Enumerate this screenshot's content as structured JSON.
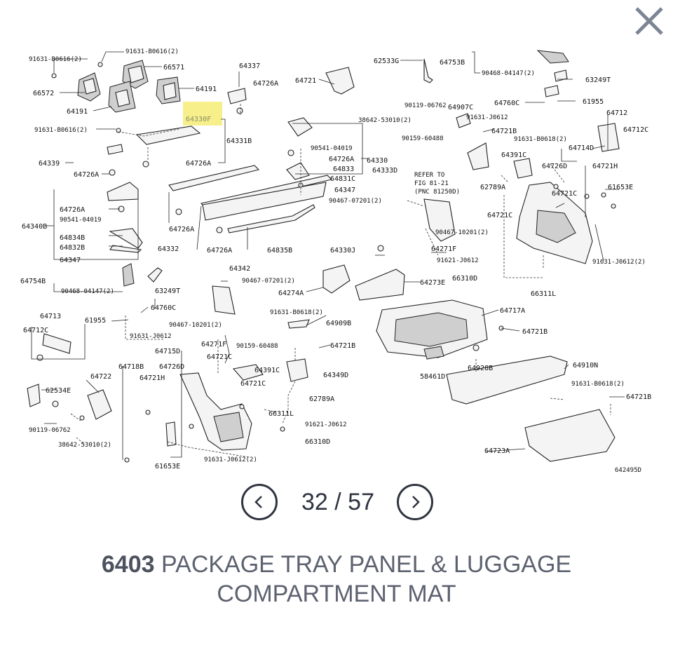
{
  "viewer": {
    "close_icon": "close-x-icon",
    "prev_icon": "chevron-left-icon",
    "next_icon": "chevron-right-icon",
    "page_current": "32",
    "page_total": "57",
    "page_display": "32 / 57",
    "colors": {
      "accent": "#2f3440",
      "title_text": "#5d6270",
      "highlight": "#f7f08a"
    }
  },
  "section": {
    "code": "6403",
    "name": "PACKAGE TRAY PANEL & LUGGAGE COMPARTMENT MAT"
  },
  "diagram": {
    "figure_id": "642495D",
    "highlighted_part": "64330F",
    "refer_note": [
      "REFER TO",
      "FIG 81-21",
      "(PNC 81250D)"
    ],
    "labels": [
      "91631-B0616(2)",
      "91631-B0616(2)",
      "66571",
      "66572",
      "64191",
      "64191",
      "91631-B0616(2)",
      "64337",
      "64726A",
      "64721",
      "62533G",
      "64753B",
      "90468-04147(2)",
      "63249T",
      "90119-06762",
      "38642-53010(2)",
      "64760C",
      "61955",
      "64907C",
      "91631-J0612",
      "64712",
      "64712C",
      "64330F",
      "64331B",
      "90541-04019",
      "64726A",
      "64330",
      "64333D",
      "64833",
      "64831C",
      "64347",
      "90159-60488",
      "64721B",
      "91631-B0618(2)",
      "64714D",
      "64391C",
      "64726D",
      "64721H",
      "64339",
      "64726A",
      "64726A",
      "62789A",
      "64721C",
      "61653E",
      "64340B",
      "64726A",
      "90541-04019",
      "90467-07201(2)",
      "64721C",
      "64834B",
      "64832B",
      "64347",
      "64726A",
      "64332",
      "64726A",
      "64835B",
      "90467-10201(2)",
      "64271F",
      "64342",
      "64330J",
      "91621-J0612",
      "91631-J0612(2)",
      "64754B",
      "90468-04147(2)",
      "63249T",
      "90467-07201(2)",
      "64274A",
      "64273E",
      "66310D",
      "66311L",
      "64760C",
      "61955",
      "91631-J0612",
      "90467-10201(2)",
      "64713",
      "64712C",
      "91631-B0618(2)",
      "64909B",
      "64717A",
      "64271F",
      "90159-60488",
      "64721B",
      "64721B",
      "64715D",
      "64718B",
      "64726D",
      "64721C",
      "64391C",
      "64349D",
      "58461D",
      "64928B",
      "64910N",
      "64722",
      "64721H",
      "64721C",
      "62534E",
      "91631-B0618(2)",
      "64721B",
      "62789A",
      "90119-06762",
      "66311L",
      "91621-J0612",
      "38642-53010(2)",
      "66310D",
      "64723A",
      "61653E",
      "91631-J0612(2)"
    ]
  }
}
